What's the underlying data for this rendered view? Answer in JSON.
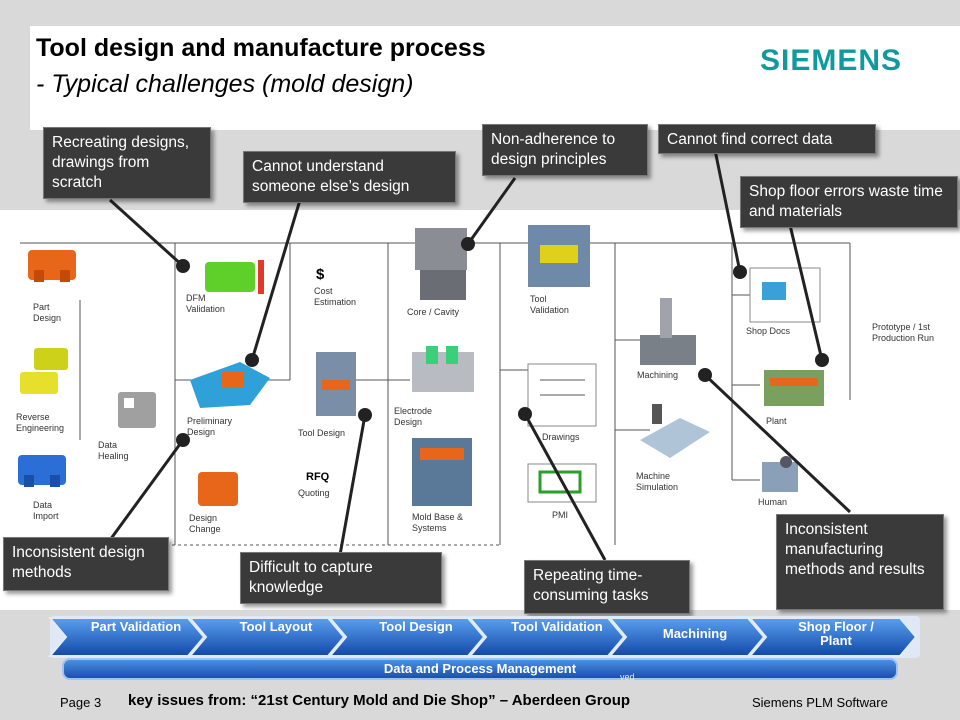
{
  "title": {
    "line1": "Tool design and manufacture process",
    "line2": "- Typical challenges (mold design)"
  },
  "logo": "SIEMENS",
  "callouts": {
    "recreating": "Recreating designs, drawings from scratch",
    "cannot_understand": "Cannot understand someone else’s design",
    "non_adherence": "Non-adherence to design principles",
    "cannot_find": "Cannot find correct data",
    "shop_floor": "Shop floor errors waste time and materials",
    "inconsistent_design": "Inconsistent design methods",
    "difficult_capture": "Difficult to capture knowledge",
    "repeating": "Repeating time-consuming tasks",
    "inconsistent_mfg": "Inconsistent manufacturing methods and results"
  },
  "nodes": {
    "part_design": "Part Design",
    "reverse_engineering": "Reverse Engineering",
    "data_import": "Data Import",
    "data_healing": "Data Healing",
    "dfm_validation": "DFM Validation",
    "preliminary_design": "Preliminary Design",
    "design_change": "Design Change",
    "cost_symbol": "$",
    "cost_estimation": "Cost Estimation",
    "tool_design": "Tool Design",
    "rfq": "RFQ",
    "quoting": "Quoting",
    "core_cavity": "Core / Cavity",
    "electrode_design": "Electrode Design",
    "mold_base": "Mold Base & Systems",
    "tool_validation": "Tool Validation",
    "drawings": "Drawings",
    "pmi": "PMI",
    "machining": "Machining",
    "machine_simulation": "Machine Simulation",
    "shop_docs": "Shop Docs",
    "plant": "Plant",
    "human": "Human",
    "prototype": "Prototype / 1st Production Run"
  },
  "stages": [
    "Part Validation",
    "Tool Layout",
    "Tool Design",
    "Tool Validation",
    "Machining",
    "Shop Floor / Plant"
  ],
  "data_bar": "Data and Process Management",
  "footer": {
    "page": "Page 3",
    "key_issues": "key issues from: “21st Century Mold and Die Shop” – Aberdeen Group",
    "company": "Siemens PLM Software",
    "copyright": "ved"
  },
  "colors": {
    "callout_bg": "#3a3a3a",
    "stage_blue": "#1c5fc8",
    "logo": "#119a9e",
    "orange": "#e8661a"
  }
}
